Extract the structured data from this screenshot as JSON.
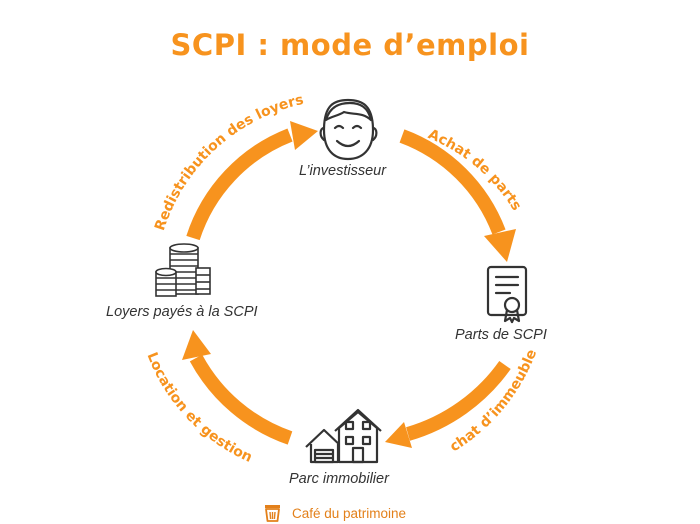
{
  "title": "SCPI : mode d’emploi",
  "colors": {
    "accent": "#f7931e",
    "icon": "#333333",
    "text": "#333333"
  },
  "nodes": [
    {
      "label": "L’investisseur",
      "icon": "investor-face-icon"
    },
    {
      "label": "Parts de SCPI",
      "icon": "certificate-icon"
    },
    {
      "label": "Parc immobilier",
      "icon": "houses-icon"
    },
    {
      "label": "Loyers payés à la SCPI",
      "icon": "coin-stacks-icon"
    }
  ],
  "arrows": [
    {
      "label": "Achat de parts"
    },
    {
      "label": "Achat d’immeubles"
    },
    {
      "label": "Location et gestion"
    },
    {
      "label": "Redistribution des loyers"
    }
  ],
  "footer": {
    "brand": "Café du patrimoine",
    "icon": "coffee-cup-icon"
  }
}
